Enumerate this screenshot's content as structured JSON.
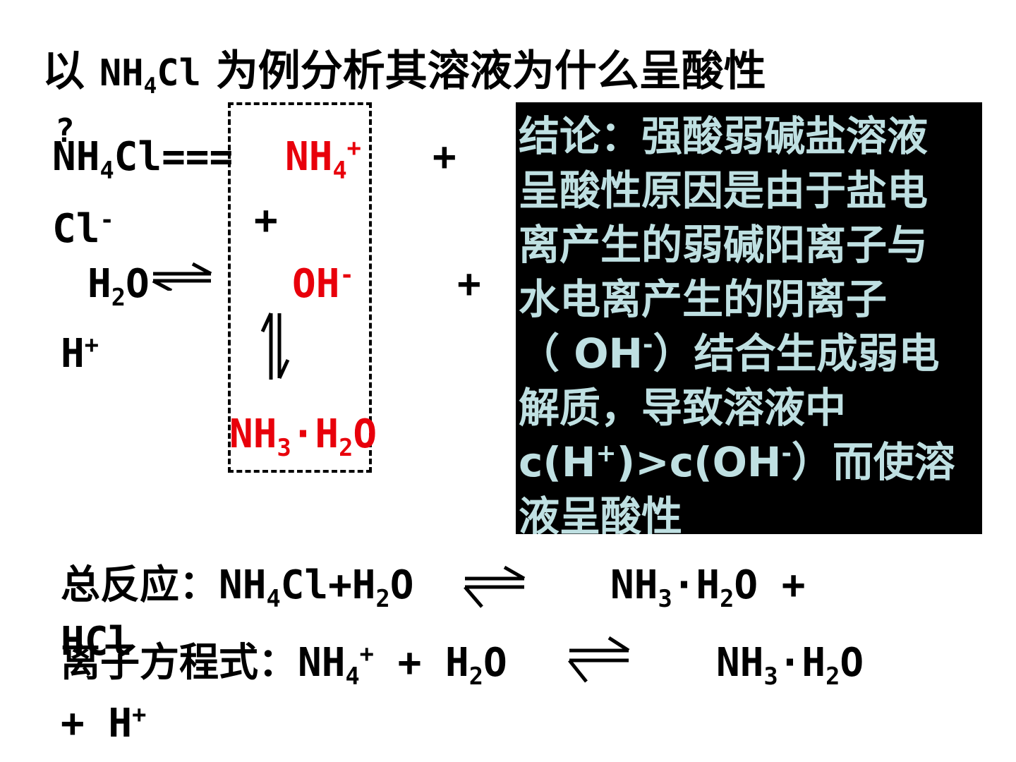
{
  "title": {
    "prefix": "以",
    "formula_main": "NH",
    "formula_sub": "4",
    "formula_tail": "Cl",
    "suffix": "为例分析其溶液为什么呈酸性",
    "question_mark": "?"
  },
  "equations": {
    "dissociation_left": "NH",
    "dissociation_left_sub": "4",
    "dissociation_left_tail": "Cl===",
    "nh4_main": "NH",
    "nh4_sub": "4",
    "nh4_sup": "+",
    "plus_1": "+",
    "cl_main": "Cl",
    "cl_sup": "-",
    "plus_2": "+",
    "water_main": "H",
    "water_sub": "2",
    "water_tail": "O",
    "oh_main": "OH",
    "oh_sup": "-",
    "plus_3": "+",
    "h_main": "H",
    "h_sup": "+",
    "product_main": "NH",
    "product_sub": "3",
    "product_mid": "·H",
    "product_sub2": "2",
    "product_tail": "O"
  },
  "conclusion": {
    "text": "结论：强酸弱碱盐溶液呈酸性原因是由于盐电离产生的弱碱阳离子与水电离产生的阴离子（ OH-）结合生成弱电解质，导致溶液中c(H+)>c(OH-）而使溶液呈酸性",
    "line1": "结论：强酸弱碱盐溶液",
    "line2": "呈酸性原因是由于盐电",
    "line3": "离产生的弱碱阳离子与",
    "line4": "水电离产生的阴离子",
    "line5_a": "（ OH",
    "line5_sup": "-",
    "line5_b": "）结合生成弱电",
    "line6": "解质，导致溶液中",
    "line7_a": "c(H",
    "line7_sup1": "+",
    "line7_b": ")>c(OH",
    "line7_sup2": "-",
    "line7_c": "）而使溶",
    "line8": "液呈酸性",
    "text_color": "#bfe0e2",
    "bg_color": "#000000"
  },
  "total_reaction": {
    "label": "总反应：",
    "lhs_a": "NH",
    "lhs_sub": "4",
    "lhs_b": "Cl+H",
    "lhs_sub2": "2",
    "lhs_c": "O",
    "rhs_a": "NH",
    "rhs_sub": "3",
    "rhs_b": "·H",
    "rhs_sub2": "2",
    "rhs_c": "O +",
    "rhs_wrap": "HCl"
  },
  "ionic_equation": {
    "label": "离子方程式：",
    "lhs_a": "NH",
    "lhs_sub": "4",
    "lhs_sup": "+",
    "lhs_b": " + H",
    "lhs_sub2": "2",
    "lhs_c": "O",
    "rhs_a": "NH",
    "rhs_sub": "3",
    "rhs_b": "·H",
    "rhs_sub2": "2",
    "rhs_c": "O",
    "wrap_a": "+ H",
    "wrap_sup": "+"
  },
  "colors": {
    "highlight": "#e8000b",
    "text": "#000000"
  }
}
